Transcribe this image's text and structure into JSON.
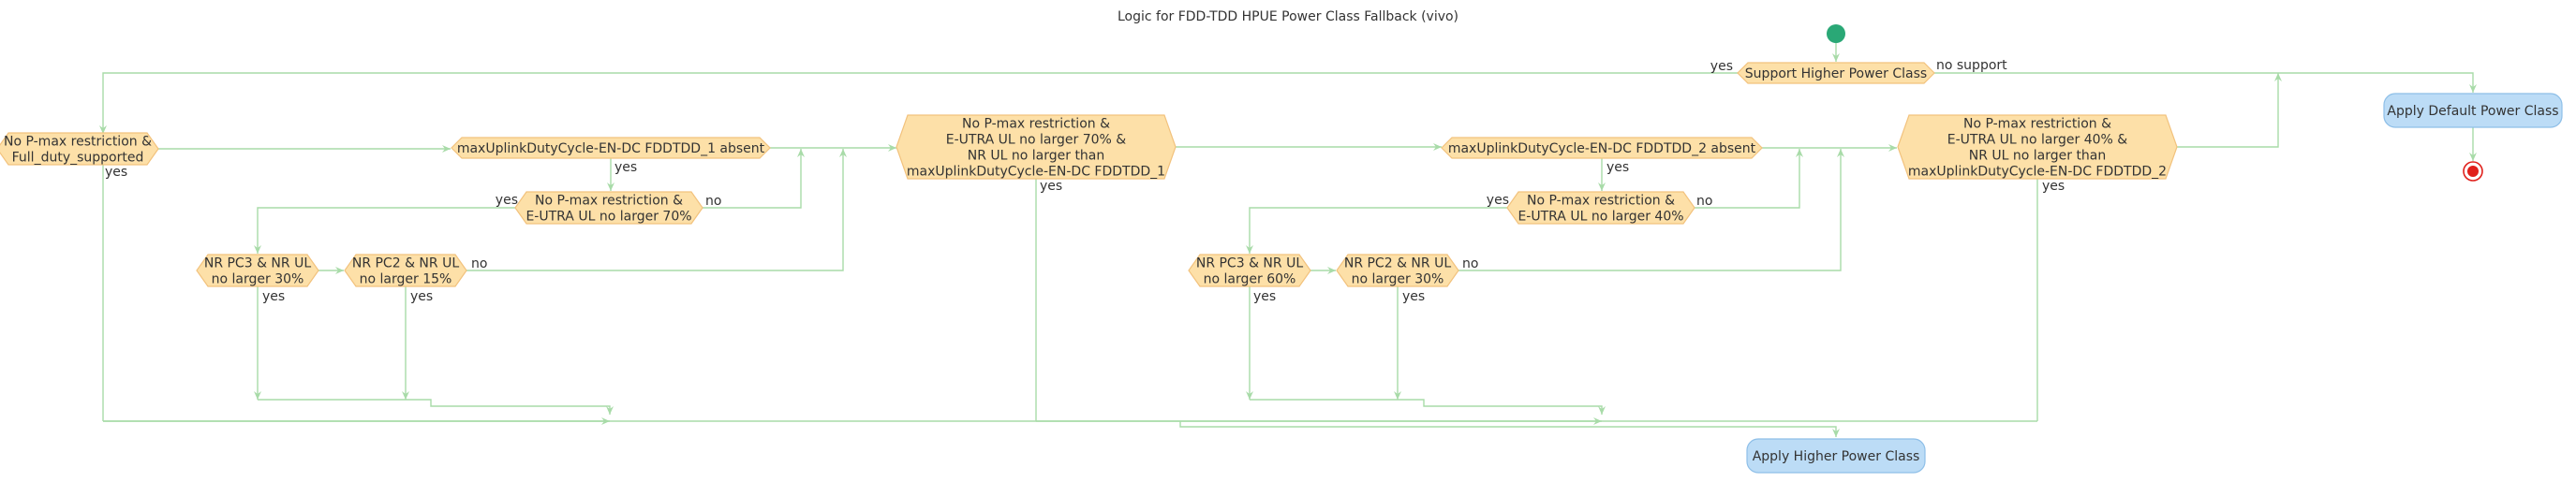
{
  "title": "Logic for FDD-TDD HPUE Power Class Fallback (vivo)",
  "colors": {
    "edge": "#a8dba8",
    "decision_fill": "#fde0a8",
    "decision_stroke": "#f2c27d",
    "action_fill": "#bcdcf6",
    "action_stroke": "#8ebfe8",
    "start": "#2aa876",
    "end": "#e0201b",
    "text": "#333333"
  },
  "nodes": {
    "start": {
      "kind": "start-circle"
    },
    "support": {
      "lines": [
        "Support Higher Power Class"
      ]
    },
    "apply_default": {
      "lines": [
        "Apply Default Power Class"
      ]
    },
    "end": {
      "kind": "end-circle"
    },
    "d1_full": {
      "lines": [
        "No P-max restriction &",
        "Full_duty_supported"
      ]
    },
    "d1_mudc": {
      "lines": [
        "maxUplinkDutyCycle-EN-DC FDDTDD_1 absent"
      ]
    },
    "d1_pmax": {
      "lines": [
        "No P-max restriction &",
        "E-UTRA UL no larger 70%"
      ]
    },
    "d1_pc3": {
      "lines": [
        "NR PC3 & NR UL",
        "no larger 30%"
      ]
    },
    "d1_pc2": {
      "lines": [
        "NR PC2 & NR UL",
        "no larger 15%"
      ]
    },
    "d1_big": {
      "lines": [
        "No P-max restriction &",
        "E-UTRA UL no larger 70% &",
        "NR UL no larger than",
        "maxUplinkDutyCycle-EN-DC FDDTDD_1"
      ]
    },
    "d2_mudc": {
      "lines": [
        "maxUplinkDutyCycle-EN-DC FDDTDD_2 absent"
      ]
    },
    "d2_pmax": {
      "lines": [
        "No P-max restriction &",
        "E-UTRA UL no larger 40%"
      ]
    },
    "d2_pc3": {
      "lines": [
        "NR PC3 & NR UL",
        "no larger 60%"
      ]
    },
    "d2_pc2": {
      "lines": [
        "NR PC2 & NR UL",
        "no larger 30%"
      ]
    },
    "d2_big": {
      "lines": [
        "No P-max restriction &",
        "E-UTRA UL no larger 40% &",
        "NR UL no larger than",
        "maxUplinkDutyCycle-EN-DC FDDTDD_2"
      ]
    },
    "apply_higher": {
      "lines": [
        "Apply Higher Power Class"
      ]
    }
  },
  "labels": {
    "support_yes": "yes",
    "support_no": "no support",
    "d1_full_yes": "yes",
    "d1_mudc_yes": "yes",
    "d1_pmax_yes": "yes",
    "d1_pmax_no": "no",
    "d1_pc3_yes": "yes",
    "d1_pc2_yes": "yes",
    "d1_pc2_no": "no",
    "d1_big_yes": "yes",
    "d2_mudc_yes": "yes",
    "d2_pmax_yes": "yes",
    "d2_pmax_no": "no",
    "d2_pc3_yes": "yes",
    "d2_pc2_yes": "yes",
    "d2_pc2_no": "no",
    "d2_big_yes": "yes"
  }
}
